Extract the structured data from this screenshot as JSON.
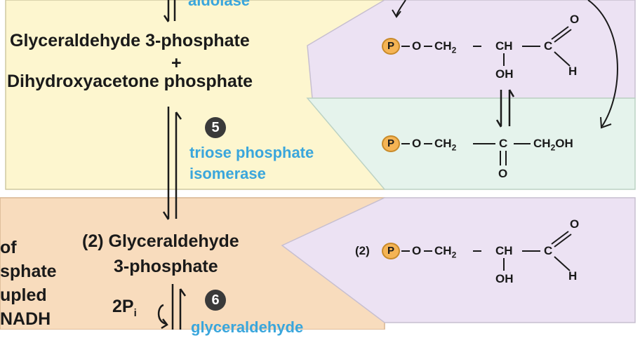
{
  "top_enzyme_fragment": "aldolase",
  "step5": {
    "number": "5",
    "reactant_line1": "Glyceraldehyde 3-phosphate",
    "plus": "+",
    "reactant_line2": "Dihydroxyacetone phosphate",
    "enzyme_line1": "triose phosphate",
    "enzyme_line2": "isomerase"
  },
  "step6": {
    "number": "6",
    "product_line1": "(2) Glyceraldehyde",
    "product_line2": "3-phosphate",
    "cofactor": "2P",
    "cofactor_subscript": "i",
    "enzyme_fragment": "glyceraldehyde"
  },
  "left_text_fragments": [
    "of",
    "sphate",
    "upled",
    "NADH"
  ],
  "structure_g3p": {
    "p": "P",
    "o": "O",
    "ch2": "CH",
    "ch2_sub": "2",
    "ch": "CH",
    "c": "C",
    "carbonyl_o": "O",
    "h": "H",
    "oh": "OH"
  },
  "structure_dhap": {
    "p": "P",
    "o": "O",
    "ch2": "CH",
    "ch2_sub": "2",
    "c": "C",
    "end": "CH",
    "end_sub": "2",
    "end_tail": "OH",
    "carbonyl_o": "O"
  },
  "structure_g3p_x2": {
    "coefficient": "(2)",
    "p": "P",
    "o": "O",
    "ch2": "CH",
    "ch2_sub": "2",
    "ch": "CH",
    "c": "C",
    "carbonyl_o": "O",
    "h": "H",
    "oh": "OH"
  },
  "colors": {
    "yellow_panel": "#fdf6cf",
    "purple_panel": "#ece2f3",
    "green_panel": "#e5f3ec",
    "orange_panel": "#f8dcbd",
    "enzyme_blue": "#3aa6dc",
    "phosphate_orange": "#f5b454",
    "step_circle": "#3a3a3a"
  }
}
